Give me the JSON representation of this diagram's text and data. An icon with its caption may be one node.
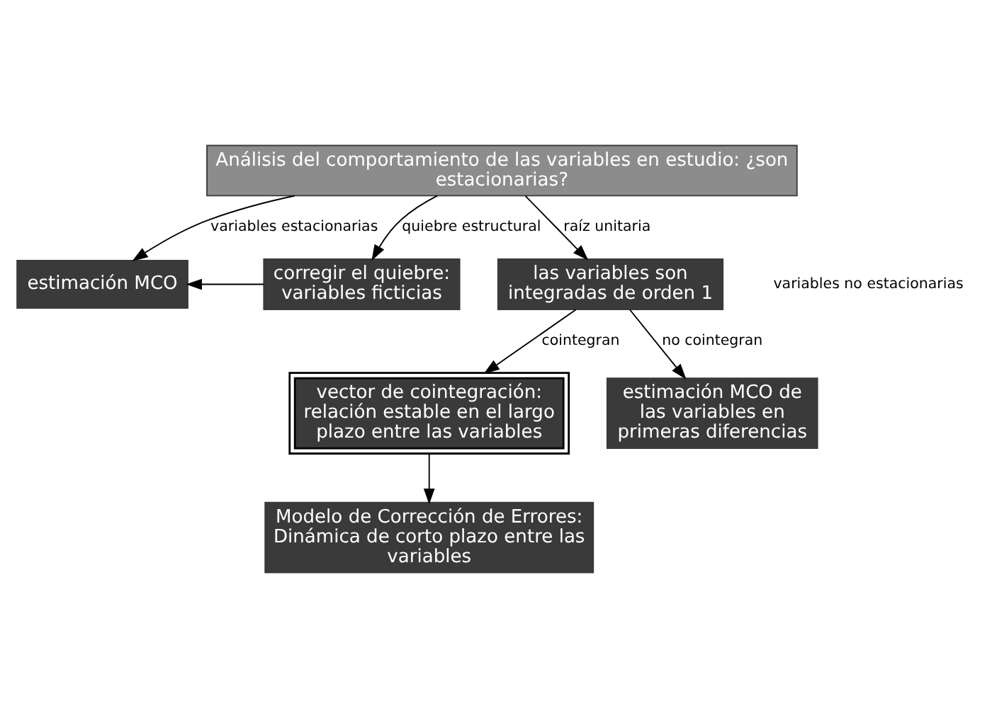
{
  "diagram": {
    "nodes": [
      {
        "text": [
          "Análisis del comportamiento de las variables en estudio: ¿son estacionarias?"
        ]
      },
      {
        "text": [
          "estimación MCO"
        ]
      },
      {
        "text": [
          "corregir el quiebre: variables ficticias"
        ]
      },
      {
        "text": [
          "las variables son integradas de orden 1"
        ]
      },
      {
        "text": [
          "vector de cointegración: relación estable en el largo plazo entre las variables"
        ]
      },
      {
        "text": [
          "estimación MCO de las variables en primeras diferencias"
        ]
      },
      {
        "text": [
          "Modelo de Corrección de Errores: Dinámica de corto plazo entre las variables"
        ]
      }
    ],
    "edges": [
      {
        "from": 0,
        "to": 1,
        "arrow": "to",
        "label": "variables estacionarias"
      },
      {
        "from": 0,
        "to": 2,
        "arrow": "to",
        "label": "quiebre estructural"
      },
      {
        "from": 0,
        "to": 3,
        "arrow": "to",
        "label": "raíz unitaria"
      },
      {
        "from": 2,
        "to": 1,
        "arrow": "to"
      },
      {
        "from": 3,
        "to": 4,
        "arrow": "to",
        "label": "cointegran"
      },
      {
        "from": 3,
        "to": 5,
        "arrow": "to",
        "label": "no cointegran"
      },
      {
        "from": 4,
        "to": 6,
        "arrow": "to"
      }
    ],
    "labels": [
      "variables no estacionarias"
    ]
  }
}
